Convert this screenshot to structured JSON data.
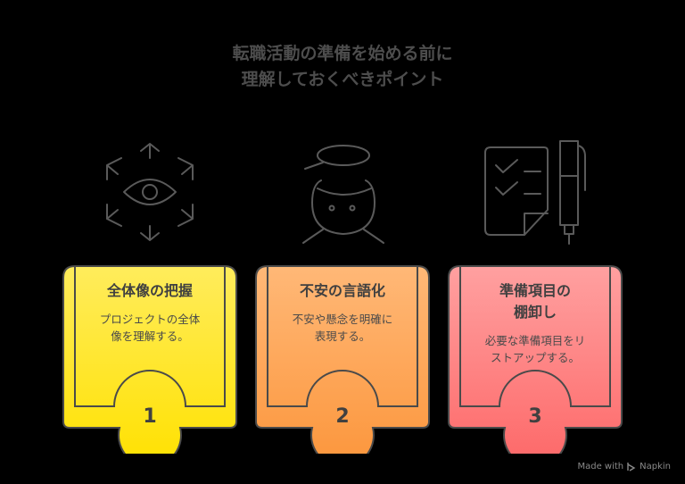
{
  "title": {
    "line1": "転職活動の準備を始める前に",
    "line2": "理解しておくべきポイント"
  },
  "cards": [
    {
      "number": "1",
      "title_line1": "全体像の把握",
      "title_line2": "",
      "desc_line1": "プロジェクトの全体",
      "desc_line2": "像を理解する。",
      "icon": "eye-expand-icon",
      "color_top": "#ffec5c",
      "color_bottom": "#ffe100"
    },
    {
      "number": "2",
      "title_line1": "不安の言語化",
      "title_line2": "",
      "desc_line1": "不安や懸念を明確に",
      "desc_line2": "表現する。",
      "icon": "person-thought-bubble-icon",
      "color_top": "#ffb877",
      "color_bottom": "#fc963c"
    },
    {
      "number": "3",
      "title_line1": "準備項目の",
      "title_line2": "棚卸し",
      "desc_line1": "必要な準備項目をリ",
      "desc_line2": "ストアップする。",
      "icon": "checklist-pen-icon",
      "color_top": "#ffa0a0",
      "color_bottom": "#fd6868"
    }
  ],
  "footer": {
    "made_with": "Made with",
    "brand": "Napkin"
  }
}
